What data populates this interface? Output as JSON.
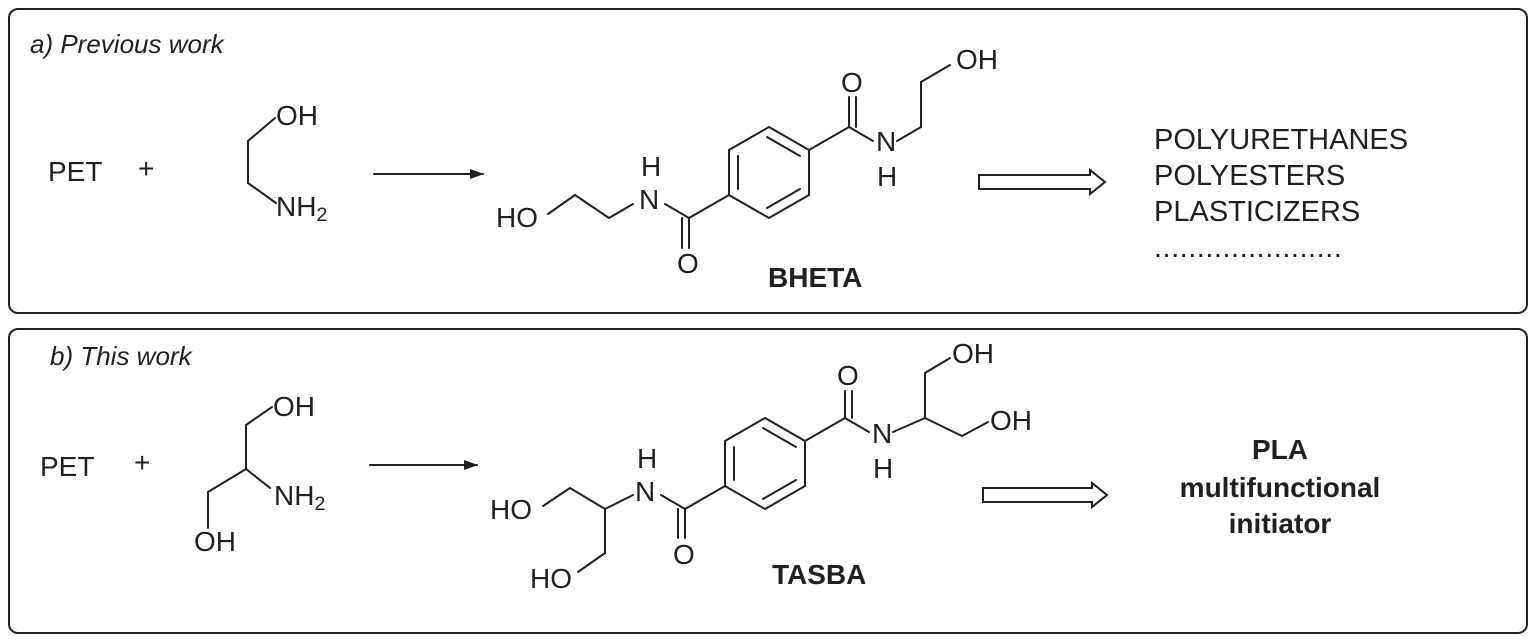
{
  "panel_a": {
    "heading": "a) Previous work",
    "reactant": "PET",
    "plus": "+",
    "reagent_atoms": {
      "oh": "OH",
      "nh": "NH",
      "nh_sub": "2"
    },
    "product_atoms": {
      "oh_top": "OH",
      "n_right": "N",
      "h_right": "H",
      "o_top": "O",
      "h_left": "H",
      "n_left": "N",
      "ho_left": "HO",
      "o_bottom": "O"
    },
    "product_name": "BHETA",
    "applications": [
      "POLYURETHANES",
      "POLYESTERS",
      "PLASTICIZERS",
      "......................"
    ]
  },
  "panel_b": {
    "heading": "b) This work",
    "reactant": "PET",
    "plus": "+",
    "reagent_atoms": {
      "oh_top": "OH",
      "nh": "NH",
      "nh_sub": "2",
      "oh_bottom": "OH"
    },
    "product_atoms": {
      "oh_top": "OH",
      "oh_right": "OH",
      "o_top": "O",
      "n_right": "N",
      "h_right": "H",
      "h_left": "H",
      "n_left": "N",
      "ho_left": "HO",
      "ho_bottom": "HO",
      "o_bottom": "O"
    },
    "product_name": "TASBA",
    "application": [
      "PLA",
      "multifunctional",
      "initiator"
    ]
  }
}
